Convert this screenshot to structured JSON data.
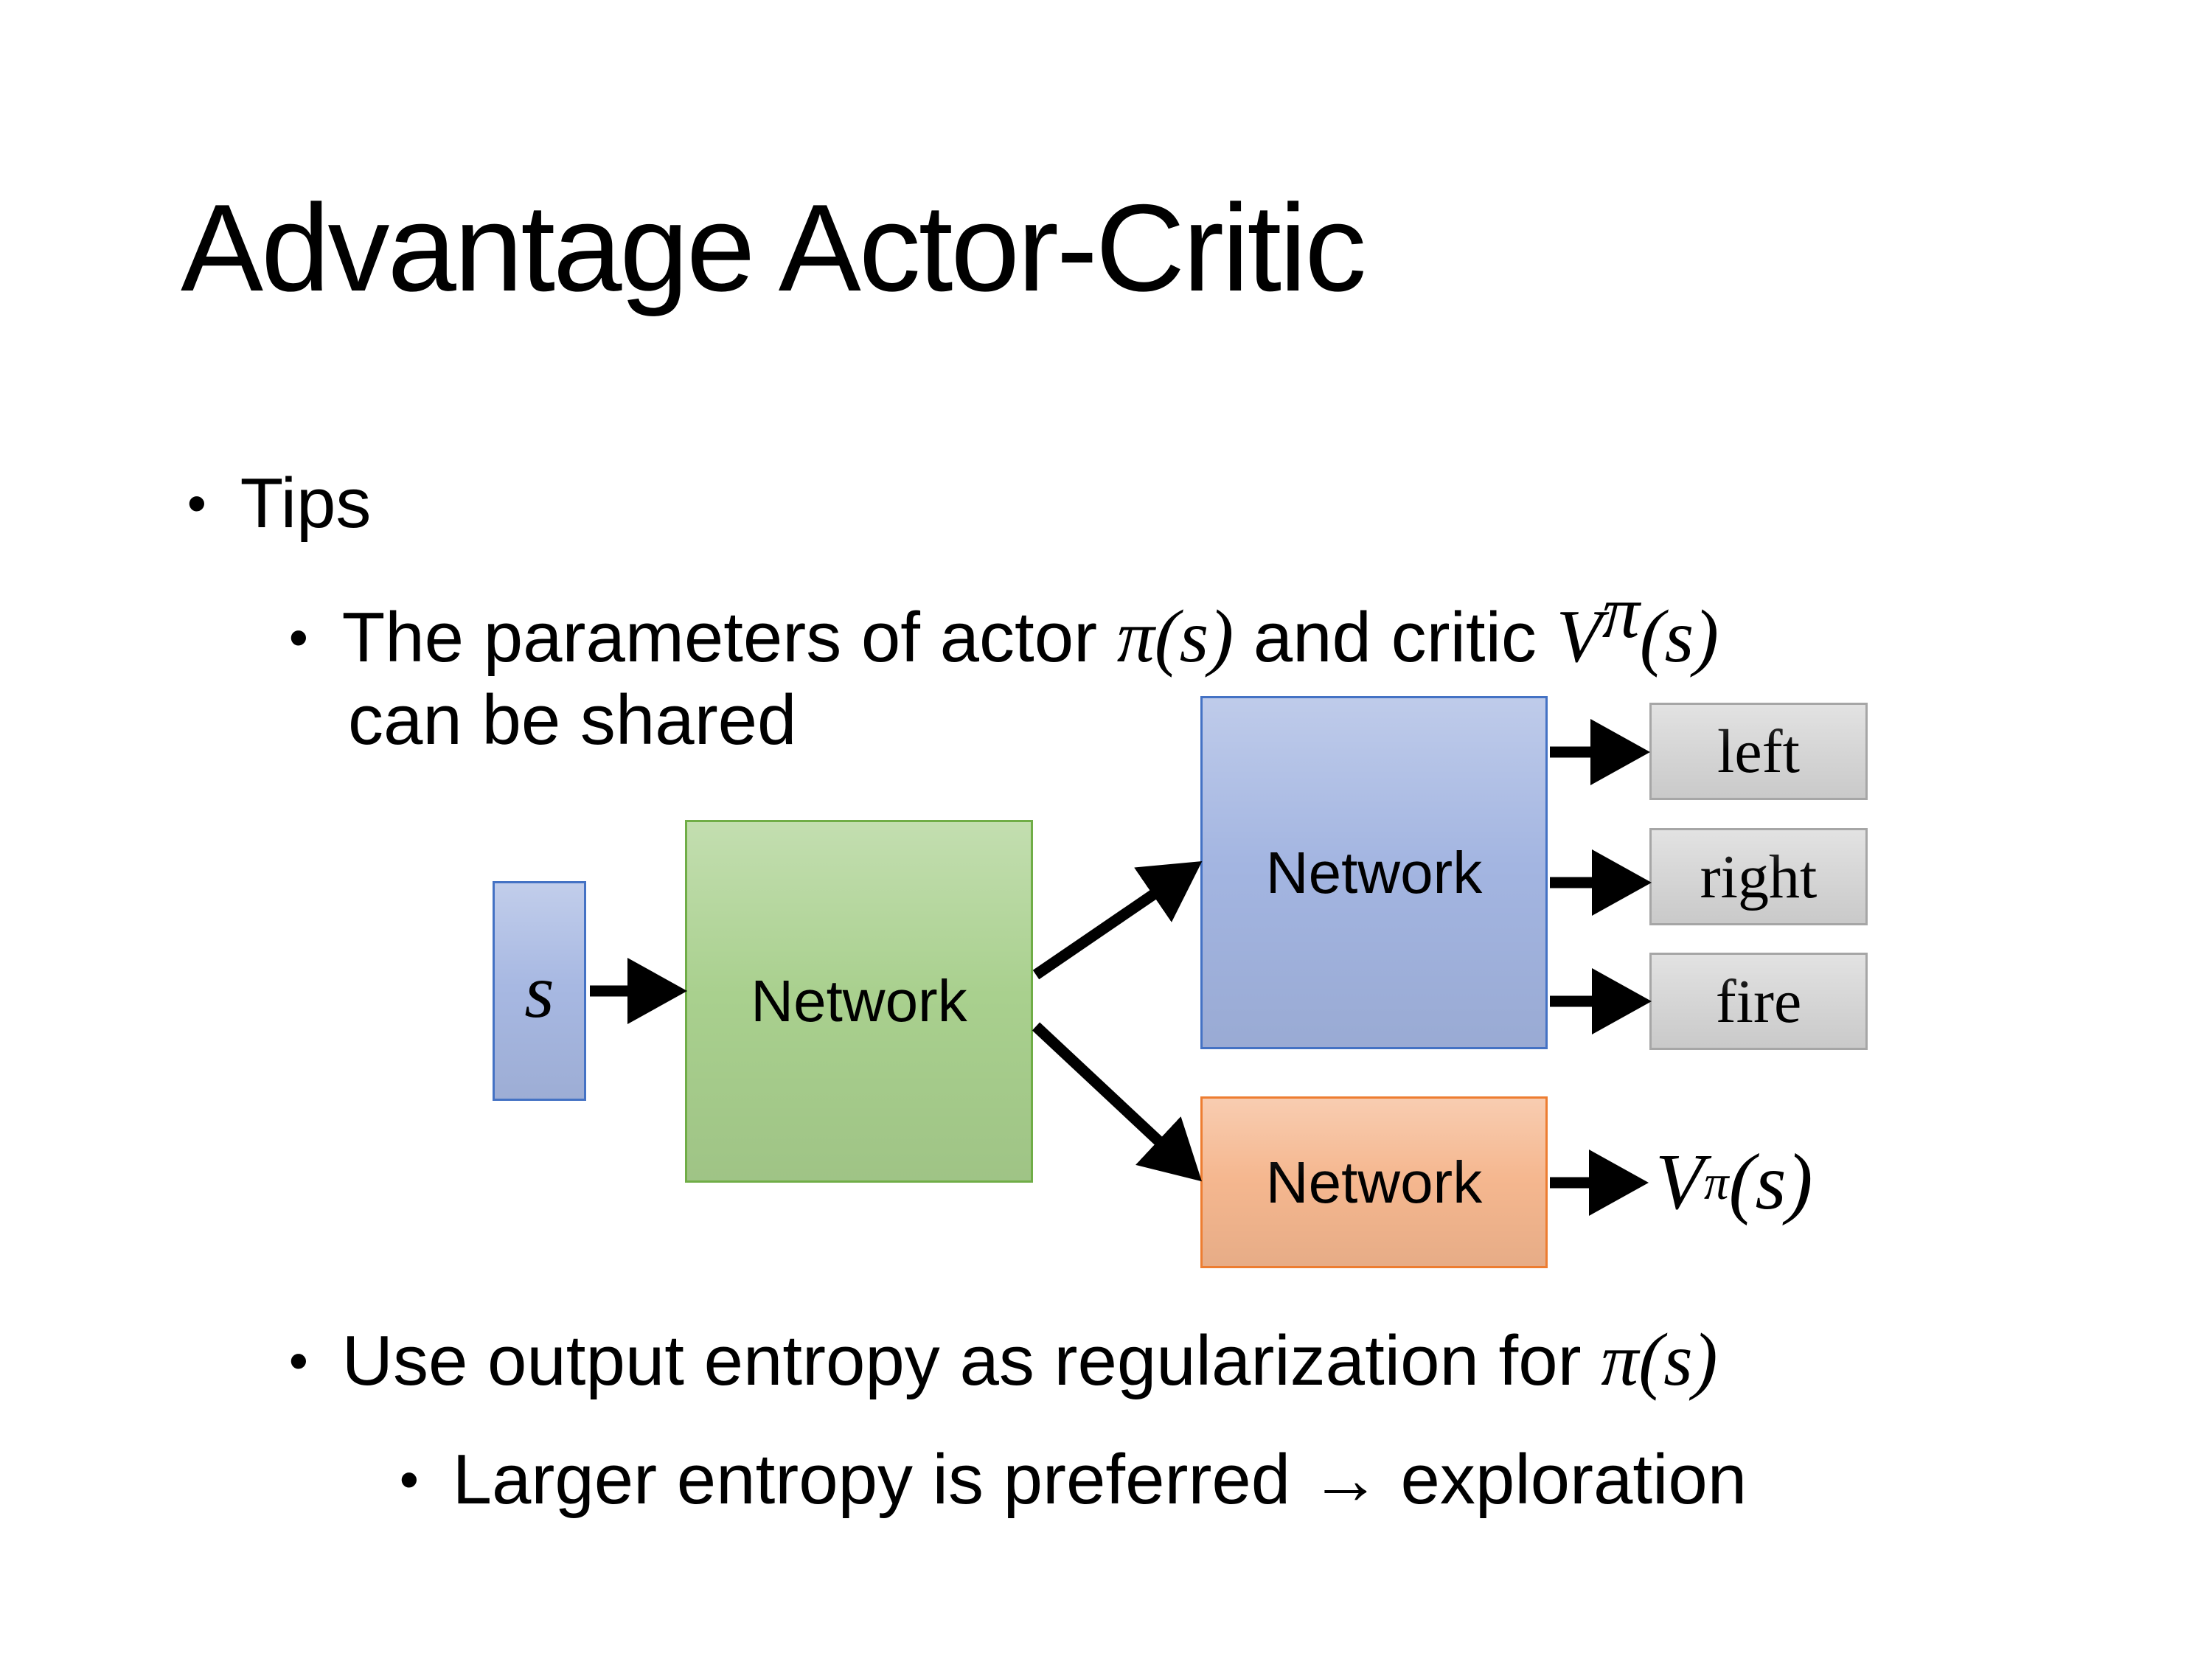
{
  "slide": {
    "title": "Advantage Actor-Critic",
    "bullet_char": "•",
    "tips_label": "Tips",
    "param_bullet": {
      "prefix": "The parameters of actor ",
      "pi_s": "π(s)",
      "mid": "  and critic ",
      "V": "V",
      "V_sup": "π",
      "V_args": "(s)",
      "line2": "can be shared"
    },
    "entropy_bullet": {
      "prefix": "Use output entropy as regularization for ",
      "pi_s": "π(s)"
    },
    "exploration_bullet": "Larger entropy is preferred → exploration"
  },
  "diagram": {
    "state_label": "s",
    "shared_network_label": "Network",
    "actor_network_label": "Network",
    "critic_network_label": "Network",
    "action_labels": [
      "left",
      "right",
      "fire"
    ],
    "critic_output": {
      "V": "V",
      "sup": "π",
      "args": "(s)"
    },
    "colors": {
      "state_fill": "#a7b8e2",
      "state_border": "#4472c4",
      "shared_fill": "#a9d08e",
      "shared_border": "#70ad47",
      "actor_fill": "#a3b5e1",
      "actor_border": "#4472c4",
      "critic_fill": "#f5b78f",
      "critic_border": "#ed7d31",
      "action_fill": "#d6d6d6",
      "action_border": "#a6a6a6",
      "arrow": "#000000"
    }
  }
}
